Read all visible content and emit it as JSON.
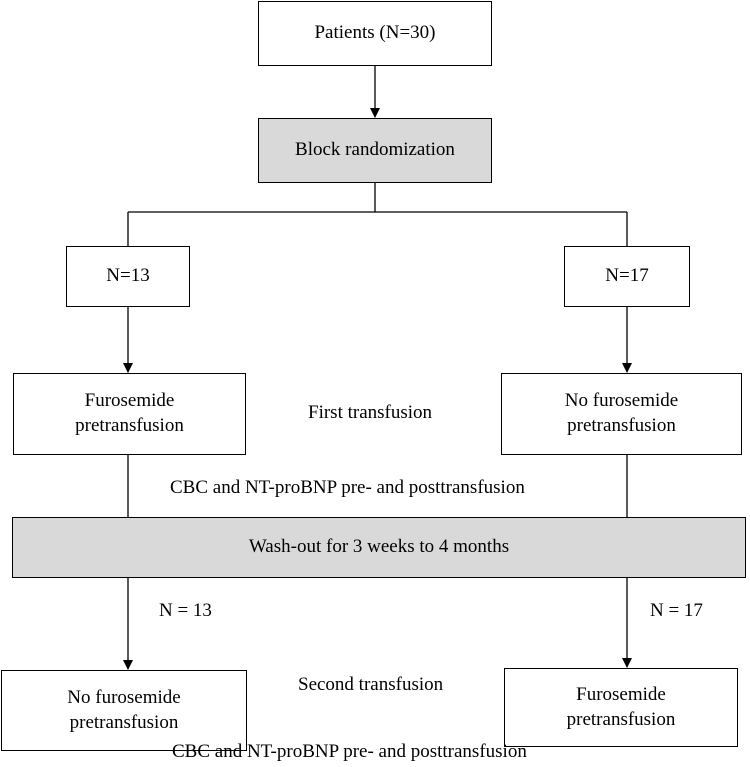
{
  "nodes": {
    "patients": "Patients (N=30)",
    "randomization": "Block randomization",
    "group_left": "N=13",
    "group_right": "N=17",
    "left_first_l1": "Furosemide",
    "left_first_l2": "pretransfusion",
    "right_first_l1": "No furosemide",
    "right_first_l2": "pretransfusion",
    "washout": "Wash-out for 3 weeks to 4 months",
    "left_second_l1": "No furosemide",
    "left_second_l2": "pretransfusion",
    "right_second_l1": "Furosemide",
    "right_second_l2": "pretransfusion"
  },
  "labels": {
    "first_transfusion": "First transfusion",
    "cbc_first": "CBC and NT-proBNP pre- and posttransfusion",
    "n_left_after": "N = 13",
    "n_right_after": "N = 17",
    "second_transfusion": "Second transfusion",
    "cbc_second": "CBC and NT-proBNP pre- and posttransfusion"
  },
  "colors": {
    "shaded_box": "#d9d9d9",
    "line": "#000000"
  }
}
